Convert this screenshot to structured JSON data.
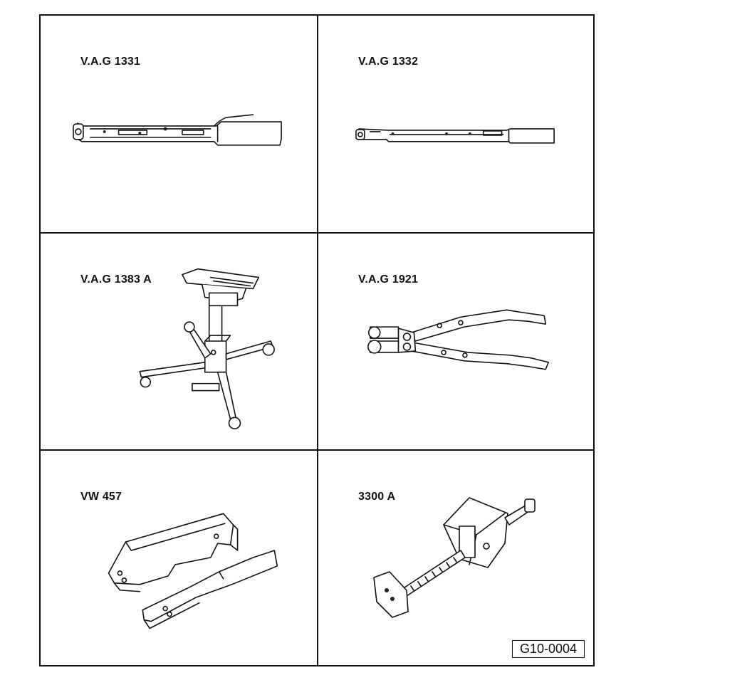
{
  "tools": [
    {
      "label": "V.A.G 1331",
      "icon": "torque-wrench-large-icon"
    },
    {
      "label": "V.A.G 1332",
      "icon": "torque-wrench-small-icon"
    },
    {
      "label": "V.A.G 1383 A",
      "icon": "transmission-jack-icon"
    },
    {
      "label": "V.A.G 1921",
      "icon": "clamp-pliers-icon"
    },
    {
      "label": "VW 457",
      "icon": "support-bracket-icon"
    },
    {
      "label": "3300 A",
      "icon": "puller-icon"
    }
  ],
  "figure_ref": "G10-0004"
}
